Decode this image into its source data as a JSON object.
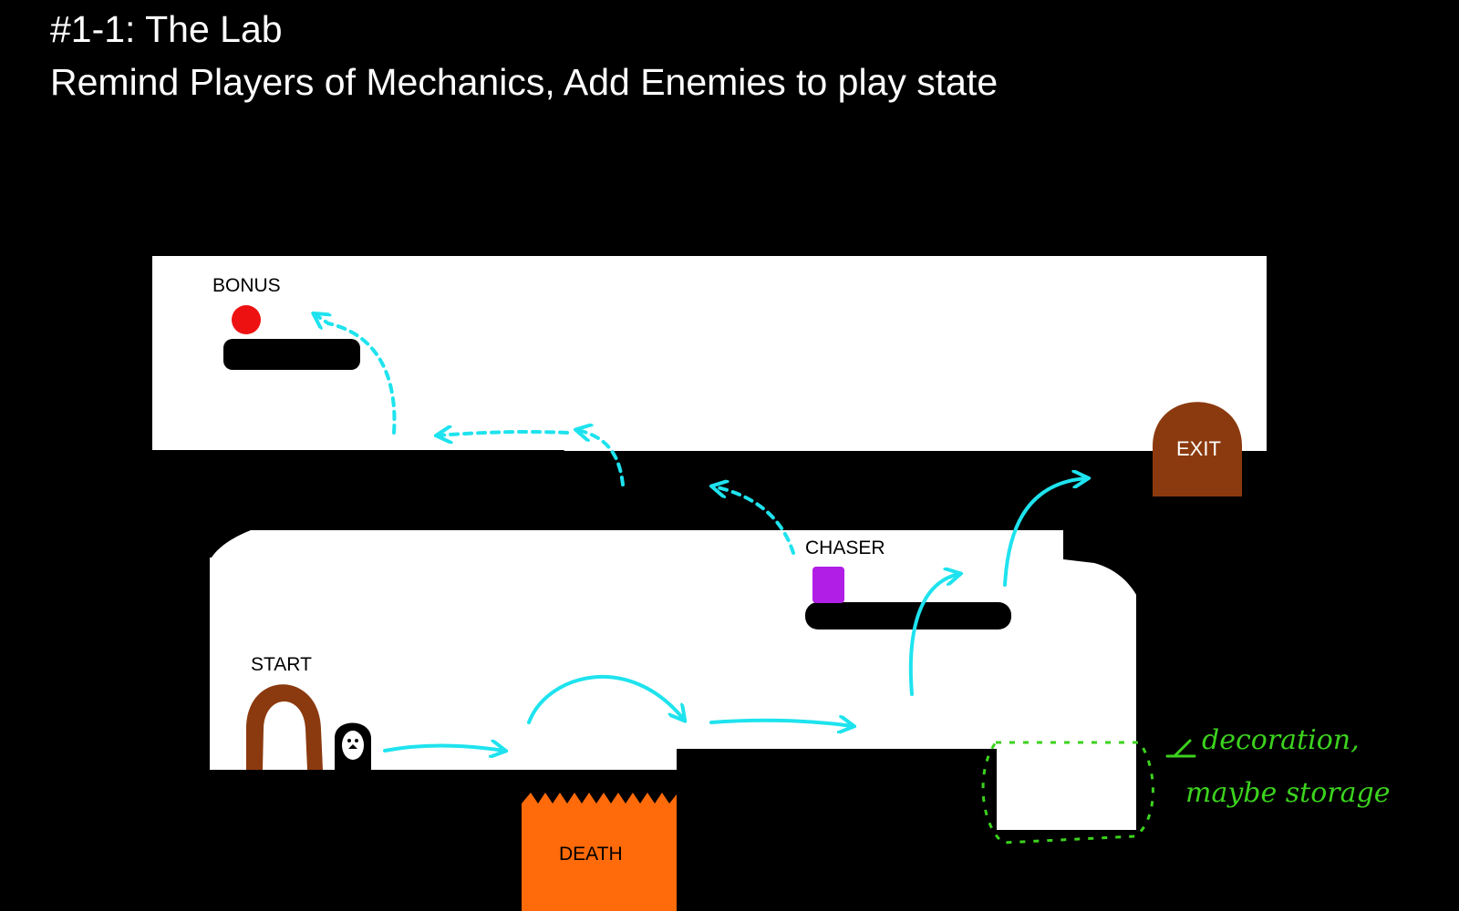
{
  "header": {
    "title": "#1-1: The Lab",
    "subtitle": "Remind Players of Mechanics, Add Enemies to play state"
  },
  "labels": {
    "bonus": "BONUS",
    "chaser": "CHASER",
    "start": "START",
    "death": "DEATH",
    "exit": "EXIT"
  },
  "note": {
    "line1": "decoration,",
    "line2": "maybe storage"
  },
  "colors": {
    "background": "#000000",
    "level_area": "#ffffff",
    "path_arrows": "#1ee3ee",
    "bonus": "#ee1111",
    "chaser": "#b11ee6",
    "death": "#ff6a0a",
    "door": "#8b3a0f",
    "note": "#3cd21e"
  }
}
